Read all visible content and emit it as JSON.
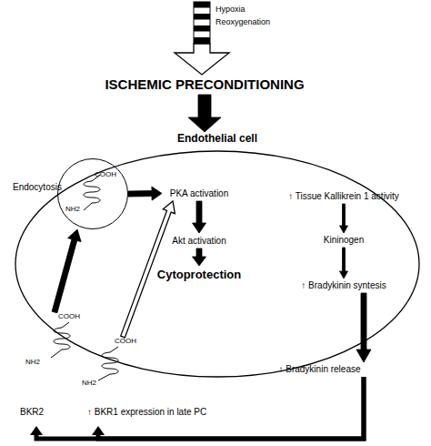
{
  "diagram": {
    "nodes": [
      {
        "text": [
          "Hypoxia",
          "Reoxygenation"
        ]
      },
      {
        "text": [
          "ISCHEMIC PRECONDITIONING"
        ]
      },
      {
        "text": [
          "Endothelial cell"
        ]
      },
      {
        "text": [
          "COOH",
          "NH2"
        ],
        "in": 2
      },
      {
        "text": [
          "PKA activation"
        ],
        "in": 2
      },
      {
        "text": [
          "Akt activation"
        ],
        "in": 2
      },
      {
        "text": [
          "Cytoprotection"
        ],
        "in": 2
      },
      {
        "text": [
          "↑ Tissue Kallikrein 1 activity"
        ],
        "in": 2
      },
      {
        "text": [
          "Kininogen"
        ],
        "in": 2
      },
      {
        "text": [
          "↑ Bradykinin syntesis"
        ],
        "in": 2
      },
      {
        "text": [
          "↑ Bradykinin release"
        ]
      },
      {
        "text": [
          "COOH",
          "NH2",
          "BKR2"
        ]
      },
      {
        "text": [
          "COOH",
          "NH2",
          "↑ BKR1 expression in late PC"
        ]
      }
    ],
    "edges": [
      {
        "from": 0,
        "to": 1,
        "arrow": "to"
      },
      {
        "from": 1,
        "to": 2,
        "arrow": "to"
      },
      {
        "from": 11,
        "to": 3,
        "label": "Endocytosis",
        "arrow": "to"
      },
      {
        "from": 3,
        "to": 4,
        "arrow": "to"
      },
      {
        "from": 12,
        "to": 4,
        "arrow": "to"
      },
      {
        "from": 4,
        "to": 5,
        "arrow": "to"
      },
      {
        "from": 5,
        "to": 6,
        "arrow": "to"
      },
      {
        "from": 7,
        "to": 8,
        "arrow": "to"
      },
      {
        "from": 8,
        "to": 9,
        "arrow": "to"
      },
      {
        "from": 9,
        "to": 10,
        "arrow": "to"
      },
      {
        "from": 10,
        "to": 11,
        "arrow": "to"
      },
      {
        "from": 10,
        "to": 12,
        "arrow": "to"
      }
    ]
  }
}
